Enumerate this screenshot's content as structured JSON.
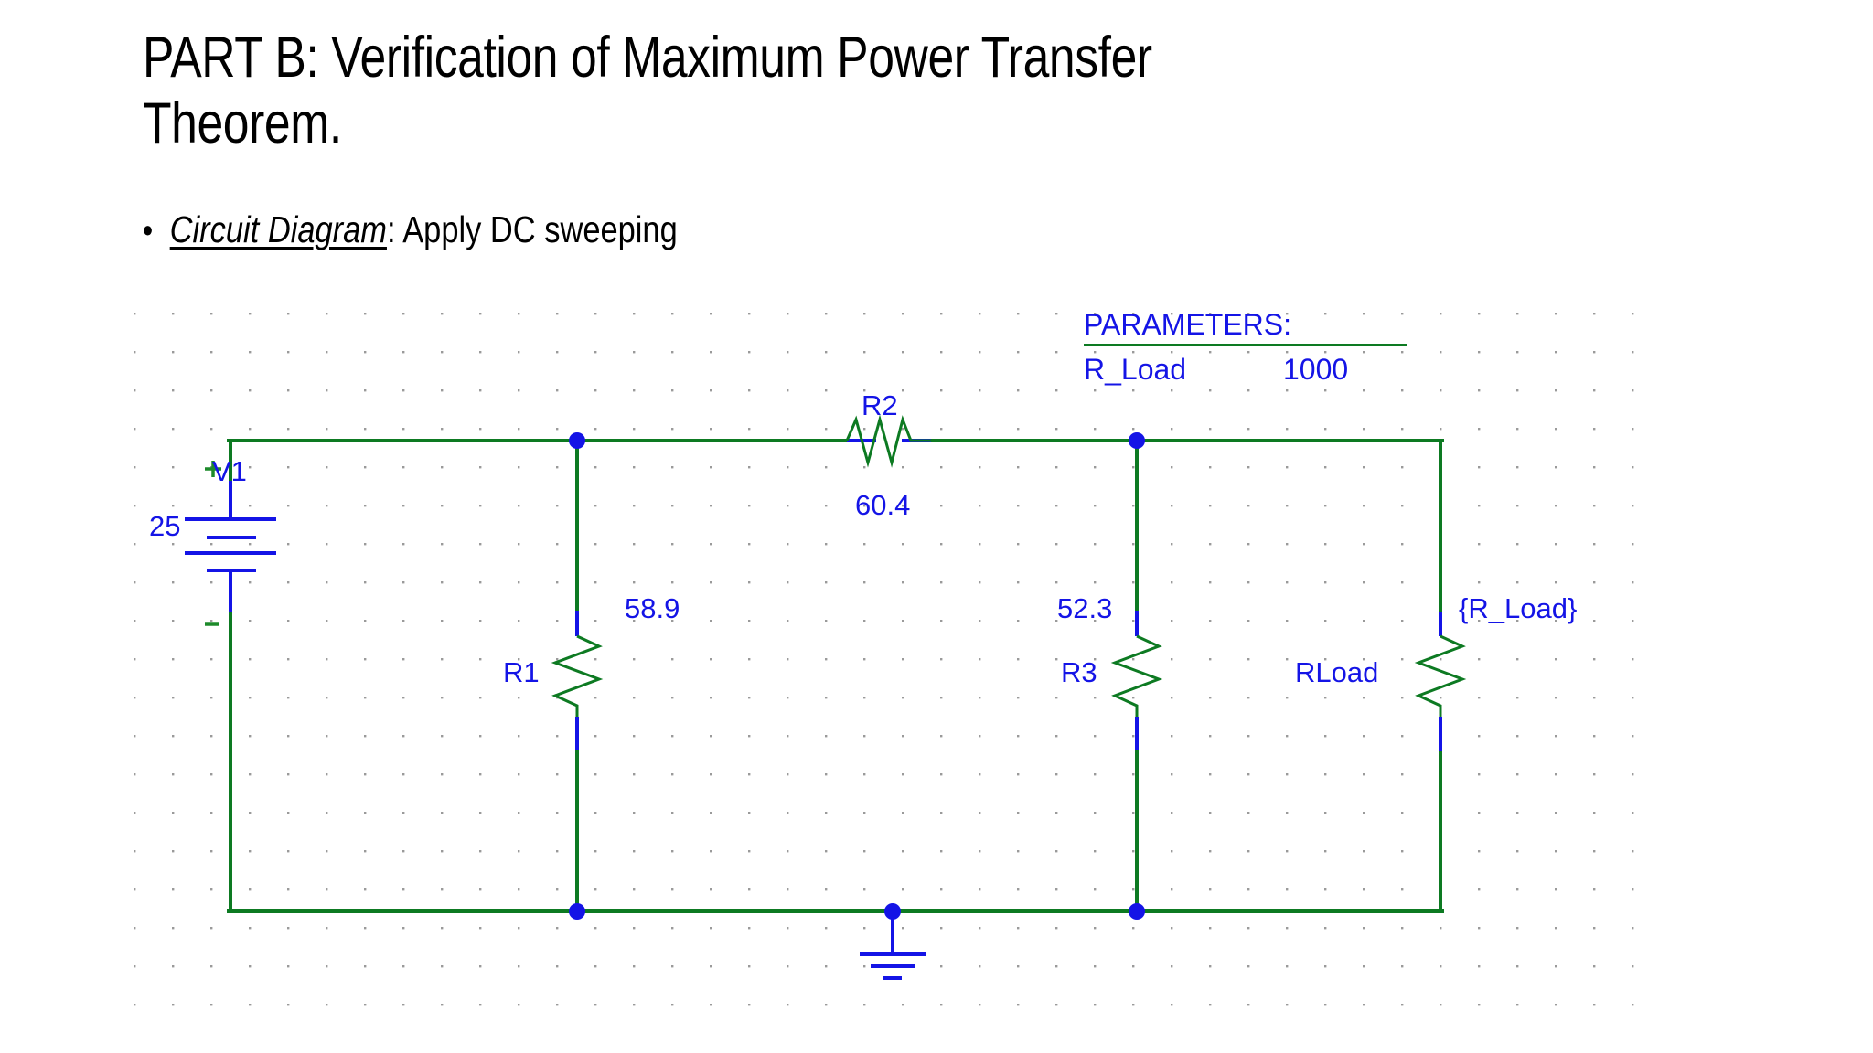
{
  "slide": {
    "title": "PART B: Verification of Maximum Power Transfer Theorem.",
    "bullet_marker": "•",
    "bullet_emphasis": "Circuit Diagram",
    "bullet_rest": ": Apply DC sweeping"
  },
  "schematic": {
    "parameters": {
      "heading": "PARAMETERS:",
      "name": "R_Load",
      "value": "1000"
    },
    "source": {
      "designator": "V1",
      "value": "25",
      "plus_sign": "+",
      "minus_sign": "-"
    },
    "components": [
      {
        "designator": "R1",
        "value": "58.9",
        "orientation": "vertical"
      },
      {
        "designator": "R2",
        "value": "60.4",
        "orientation": "horizontal"
      },
      {
        "designator": "R3",
        "value": "52.3",
        "orientation": "vertical"
      },
      {
        "designator": "RLoad",
        "value": "{R_Load}",
        "orientation": "vertical"
      }
    ],
    "ground_label": ""
  },
  "colors": {
    "wire_green": "#0d7a22",
    "lead_blue": "#1414e6",
    "label_blue": "#1414e6",
    "grid_dot": "#9a9a9a",
    "text_black": "#000000",
    "background": "#ffffff"
  }
}
